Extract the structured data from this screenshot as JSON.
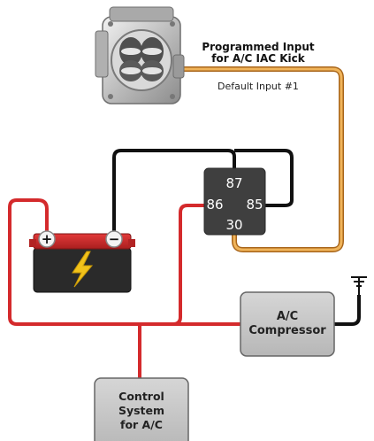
{
  "throttle_body": {
    "input_title_line1": "Programmed Input",
    "input_title_line2": "for A/C IAC Kick",
    "input_subtitle": "Default Input #1"
  },
  "relay": {
    "pin_87": "87",
    "pin_86": "86",
    "pin_85": "85",
    "pin_30": "30"
  },
  "battery": {
    "positive_symbol": "+",
    "negative_symbol": "−",
    "icon": "lightning-bolt-icon"
  },
  "compressor": {
    "label_line1": "A/C",
    "label_line2": "Compressor"
  },
  "control_system": {
    "label_line1": "Control",
    "label_line2": "System",
    "label_line3": "for A/C"
  },
  "ground": {
    "icon": "ground-symbol-icon"
  },
  "colors": {
    "red_wire": "#d42a2c",
    "black_wire": "#111111",
    "orange_wire": "#d99a3c",
    "relay_body": "#3f3f3f",
    "box_fill": "#c9c9c9",
    "battery_body": "#2a2a2a",
    "bolt": "#f2c21a"
  }
}
